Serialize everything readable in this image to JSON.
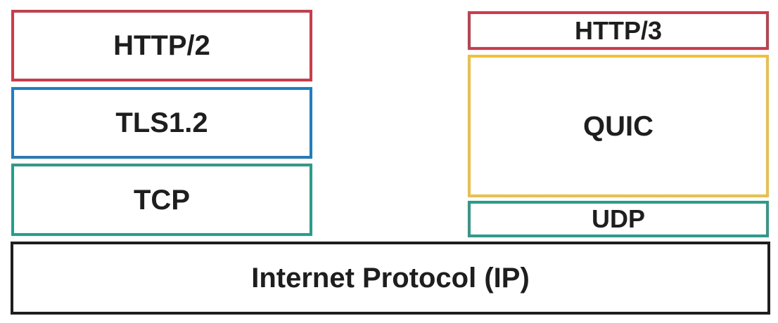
{
  "colors": {
    "http": "#cf3a4b",
    "tls": "#1f7dc0",
    "transport": "#2a9d8a",
    "quic": "#f2bf3a",
    "ip": "#1e1e1e"
  },
  "left_stack": {
    "http2": "HTTP/2",
    "tls": "TLS1.2",
    "tcp": "TCP"
  },
  "right_stack": {
    "http3": "HTTP/3",
    "quic": "QUIC",
    "udp": "UDP"
  },
  "base": {
    "ip": "Internet Protocol (IP)"
  }
}
